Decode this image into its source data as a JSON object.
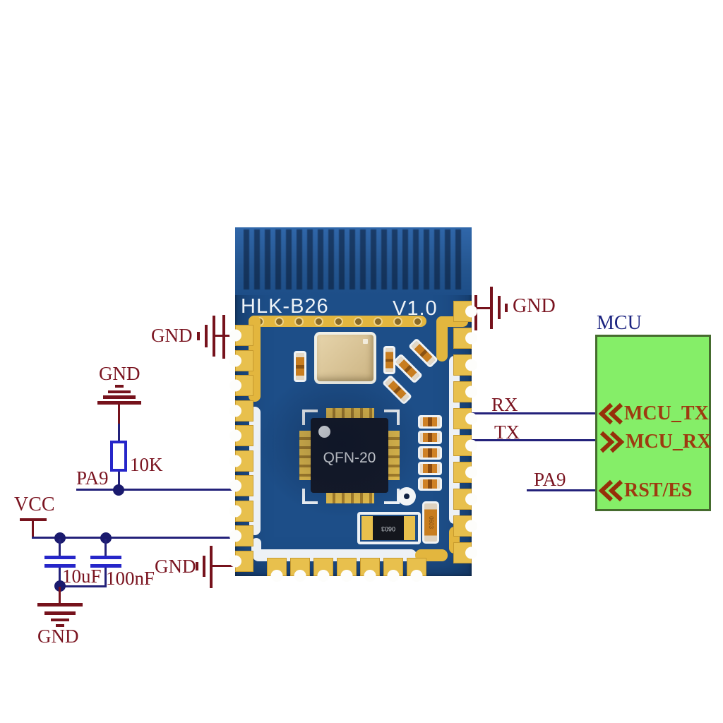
{
  "figure": {
    "description": "HLK-B26 Bluetooth module typical application wiring diagram with MCU",
    "background": "#ffffff"
  },
  "module": {
    "name": "HLK-B26",
    "version": "V1.0",
    "chip": "QFN-20",
    "smd_marking": "0603",
    "colors": {
      "pcb": "#1d4e88",
      "antenna_stripe": "#1a3f6e",
      "pad_gold": "#e8c04d",
      "silkscreen": "#edf1f5",
      "chip_body": "#151a29",
      "crystal": "#d9c397",
      "component_orange": "#c87d1f"
    }
  },
  "schematic": {
    "colors": {
      "wire": "#23217a",
      "label": "#7a1420",
      "symbol_blue": "#2626c9",
      "ground": "#76121c",
      "junction": "#1a1a6e"
    },
    "labels": {
      "gnd_module_top_left": "GND",
      "gnd_pullup": "GND",
      "resistor_value": "10K",
      "pa9_left": "PA9",
      "vcc": "VCC",
      "cap1_value": "10uF",
      "cap2_value": "100nF",
      "gnd_caps": "GND",
      "gnd_module_bottom_left": "GND",
      "gnd_module_top_right": "GND",
      "rx": "RX",
      "tx": "TX",
      "pa9_right": "PA9"
    }
  },
  "mcu": {
    "title": "MCU",
    "fill": "#85ee68",
    "border": "#456b2e",
    "pin_color": "#9e3a10",
    "title_color": "#1b2380",
    "pins": [
      {
        "label": "MCU_TX",
        "direction": "left"
      },
      {
        "label": "MCU_RX",
        "direction": "right"
      },
      {
        "label": "RST/ES",
        "direction": "left"
      }
    ]
  }
}
